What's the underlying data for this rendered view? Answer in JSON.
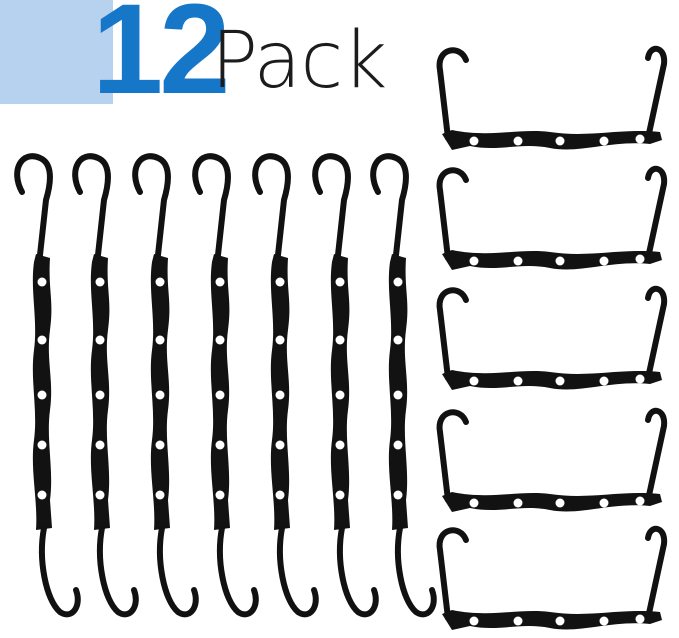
{
  "title": {
    "count": "12",
    "word": "Pack"
  },
  "colors": {
    "accent_blue": "#1677c9",
    "light_blue": "#b7d2ef",
    "hanger_black": "#111111",
    "background": "#ffffff"
  },
  "hangers": {
    "vertical_count": 7,
    "horizontal_count": 5
  }
}
